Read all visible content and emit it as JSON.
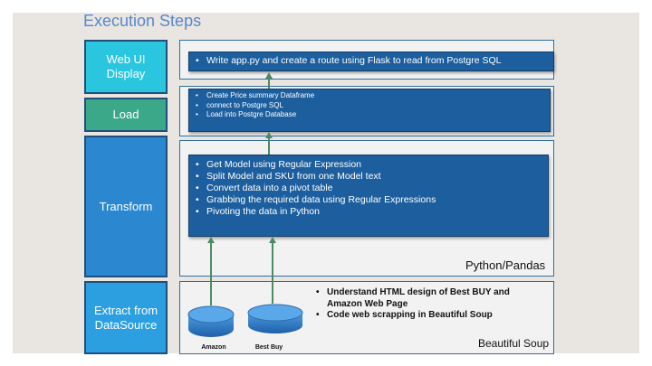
{
  "title": "Execution Steps",
  "stages": {
    "web_ui": {
      "label": "Web UI\nDisplay",
      "color": "#2ac6e0"
    },
    "load": {
      "label": "Load",
      "color": "#3ba889"
    },
    "transform": {
      "label": "Transform",
      "color": "#2b87cf"
    },
    "extract": {
      "label": "Extract from\nDataSource",
      "color": "#2b9fe0"
    }
  },
  "web_ui_box": {
    "items": [
      "Write app.py and create a route using Flask to read from Postgre SQL"
    ]
  },
  "load_box": {
    "items": [
      "Create Price summary Dataframe",
      "connect to Postgre SQL",
      "Load into Postgre Database"
    ]
  },
  "transform_box": {
    "items": [
      "Get Model using Regular Expression",
      "Split Model and SKU from one Model text",
      "Convert data into a pivot table",
      "Grabbing the required data using Regular Expressions",
      "Pivoting the data in Python"
    ],
    "panel_label": "Python/Pandas"
  },
  "extract_panel": {
    "notes": [
      "Understand HTML design of Best BUY and Amazon Web Page",
      "Code web scrapping in Beautiful Soup"
    ],
    "panel_label": "Beautiful Soup",
    "sources": [
      {
        "label": "Amazon"
      },
      {
        "label": "Best Buy"
      }
    ]
  }
}
